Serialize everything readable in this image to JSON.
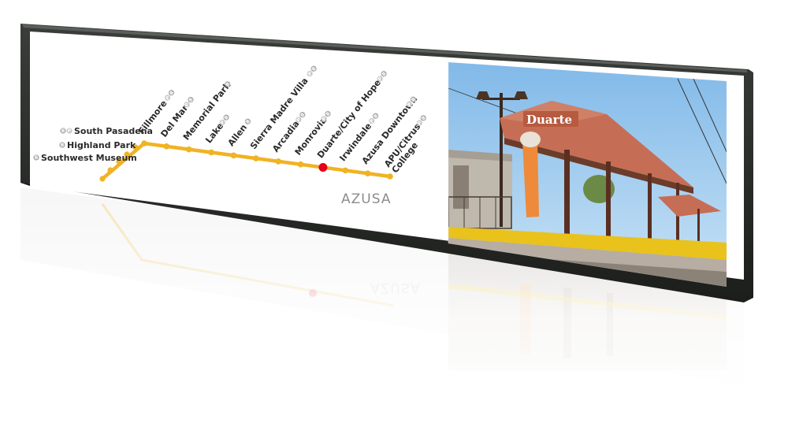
{
  "line_map": {
    "end_label": "AZUSA",
    "line_color": "#f0b323",
    "current_stop_color": "#e2001a",
    "current_stop": "Duarte/City of Hope",
    "stations_left": [
      {
        "name": "South Pasadena",
        "badges": [
          "B",
          "P"
        ]
      },
      {
        "name": "Highland Park",
        "badges": [
          "B"
        ]
      },
      {
        "name": "Southwest Museum",
        "badges": [
          "B"
        ]
      }
    ],
    "stations_diagonal": [
      {
        "name": "Fillmore",
        "badges": [
          "P",
          "B"
        ]
      },
      {
        "name": "Del Mar",
        "badges": [
          "P",
          "B"
        ]
      },
      {
        "name": "Memorial Park",
        "badges": [
          "B"
        ]
      },
      {
        "name": "Lake",
        "badges": [
          "P",
          "B"
        ]
      },
      {
        "name": "Allen",
        "badges": [
          "B"
        ]
      },
      {
        "name": "Sierra Madre Villa",
        "badges": [
          "P",
          "B"
        ]
      },
      {
        "name": "Arcadia",
        "badges": [
          "P",
          "B"
        ]
      },
      {
        "name": "Monrovia",
        "badges": [
          "P",
          "B"
        ]
      },
      {
        "name": "Duarte/City of Hope",
        "badges": [
          "P",
          "B"
        ]
      },
      {
        "name": "Irwindale",
        "badges": [
          "P",
          "B"
        ]
      },
      {
        "name": "Azusa Downtown",
        "badges": [
          "P",
          "B"
        ]
      },
      {
        "name": "APU/Citrus",
        "name2": "College",
        "badges": [
          "P",
          "B"
        ]
      }
    ]
  },
  "photo": {
    "sign_text": "Duarte",
    "icon": "train-station-photo"
  },
  "colors": {
    "bezel": "#1f2220",
    "sky": "#8fc3ec",
    "roof": "#c66e55",
    "platform_edge": "#e9c21c"
  }
}
